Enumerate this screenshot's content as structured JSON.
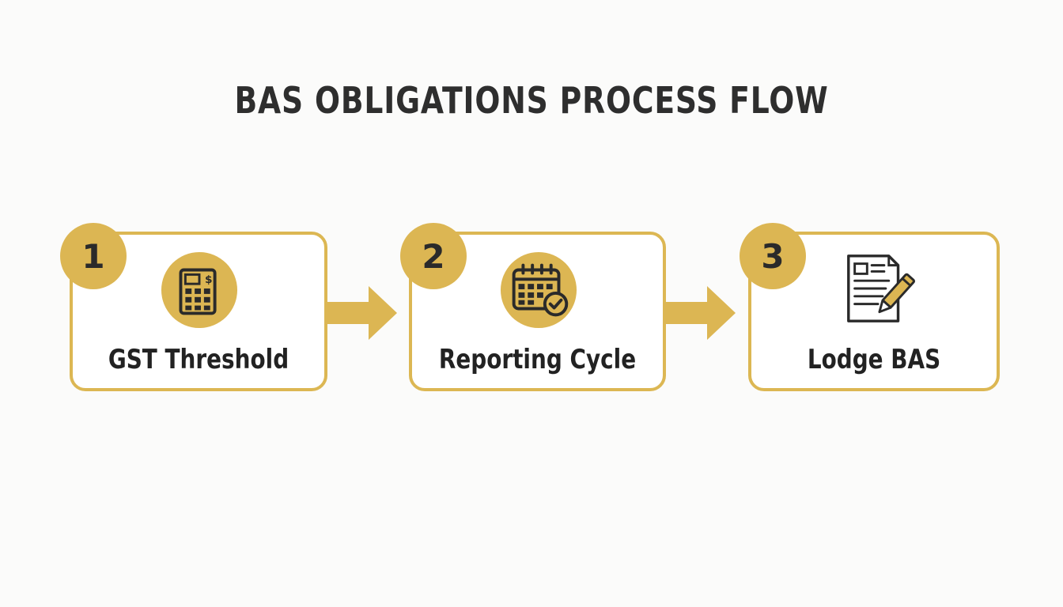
{
  "diagram": {
    "title": "BAS OBLIGATIONS PROCESS FLOW",
    "accent_color": "#dcb653",
    "steps": [
      {
        "number": "1",
        "label": "GST Threshold",
        "icon": "calculator-dollar-icon"
      },
      {
        "number": "2",
        "label": "Reporting Cycle",
        "icon": "calendar-check-icon"
      },
      {
        "number": "3",
        "label": "Lodge BAS",
        "icon": "document-pen-icon"
      }
    ],
    "connectors": [
      "right-arrow",
      "right-arrow"
    ]
  }
}
